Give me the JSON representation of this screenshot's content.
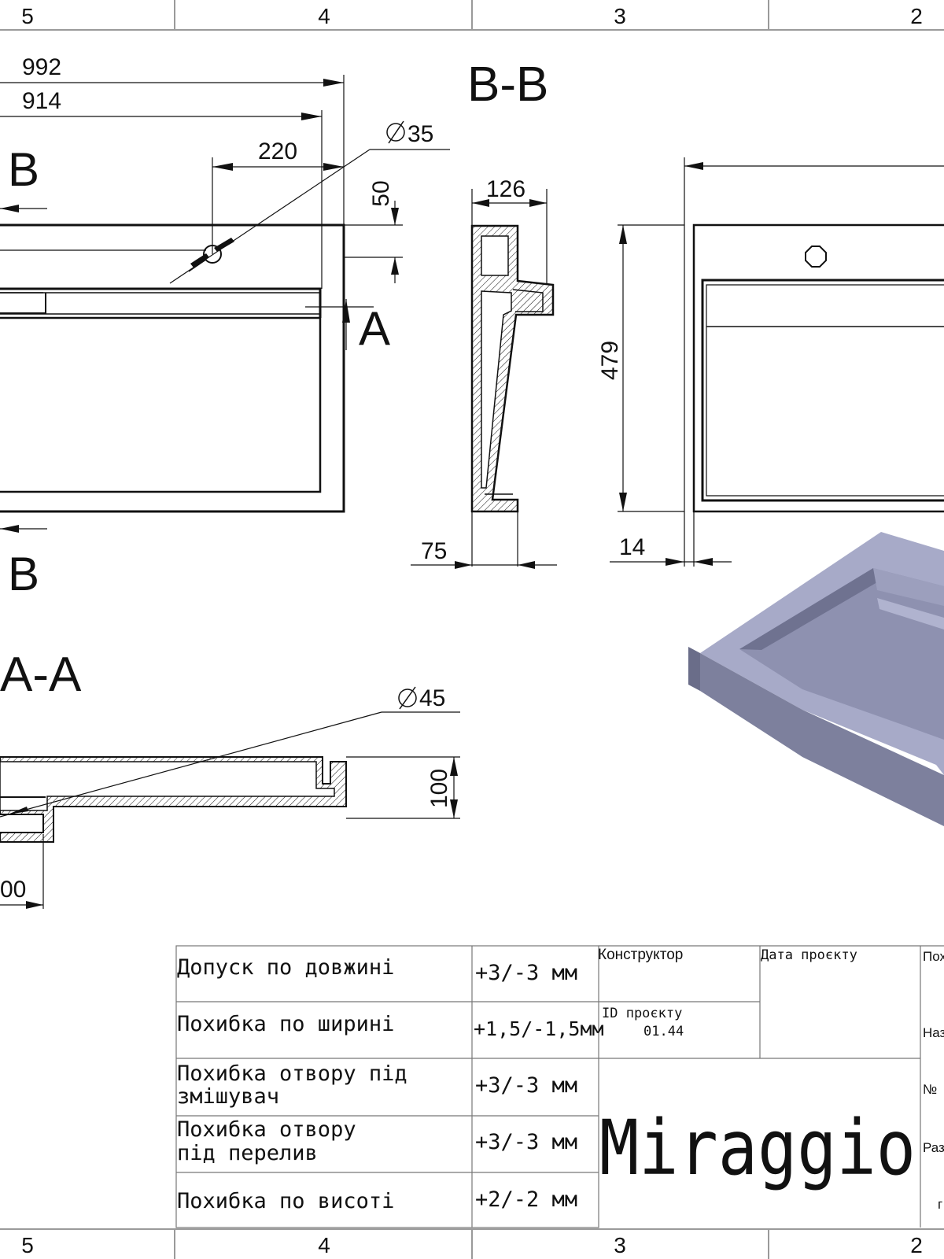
{
  "grid": {
    "top_labels": [
      "5",
      "4",
      "3",
      "2"
    ],
    "bottom_labels": [
      "5",
      "4",
      "3",
      "2"
    ]
  },
  "front_view": {
    "dimensions": {
      "d992": "992",
      "d914": "914",
      "d220": "220",
      "d50": "50",
      "phi35": "35"
    },
    "section_marks": {
      "b_top": "B",
      "b_bottom": "B",
      "a": "A"
    }
  },
  "section_bb": {
    "title": "B-B",
    "dimensions": {
      "d126": "126",
      "d75": "75"
    }
  },
  "side_view": {
    "dimensions": {
      "d479": "479",
      "d14": "14"
    }
  },
  "section_aa": {
    "title": "A-A",
    "dimensions": {
      "phi45": "45",
      "d100": "100",
      "d100_cut": "00"
    }
  },
  "tolerance_table": {
    "rows": [
      {
        "label_line1": "Допуск по довжині",
        "label_line2": "",
        "value": "+3/-3 мм"
      },
      {
        "label_line1": "Похибка по ширині",
        "label_line2": "",
        "value": "+1,5/-1,5мм"
      },
      {
        "label_line1": "Похибка отвору під",
        "label_line2": "змішувач",
        "value": "+3/-3 мм"
      },
      {
        "label_line1": "Похибка отвору",
        "label_line2": "під перелив",
        "value": "+3/-3 мм"
      },
      {
        "label_line1": "Похибка по висоті",
        "label_line2": "",
        "value": "+2/-2 мм"
      }
    ]
  },
  "title_block": {
    "designer_label": "Конструктор",
    "date_label": "Дата проєкту",
    "project_id_label": "ID проєкту",
    "project_id_value": "01.44",
    "brand": "Miraggio",
    "cut_labels": {
      "pos": "Пох",
      "name": "Наз",
      "num": "№",
      "size": "Раз",
      "last": "г"
    }
  },
  "colors": {
    "line": "#111111",
    "grid": "#999999",
    "render_top": "#a3a6c4",
    "render_side": "#7f829e",
    "render_inner": "#8f92b0"
  }
}
